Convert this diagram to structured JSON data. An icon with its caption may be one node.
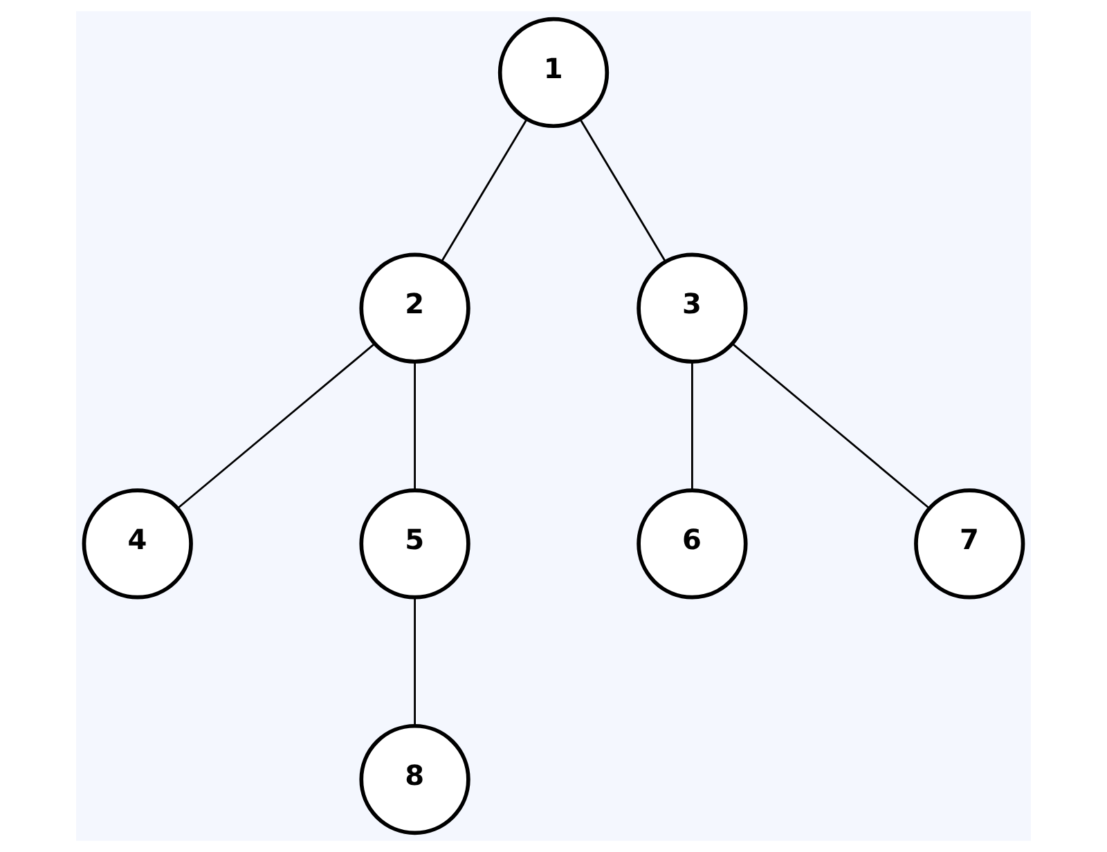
{
  "diagram": {
    "nodes": [
      {
        "text": [
          "1"
        ]
      },
      {
        "text": [
          "2"
        ]
      },
      {
        "text": [
          "3"
        ]
      },
      {
        "text": [
          "4"
        ]
      },
      {
        "text": [
          "5"
        ]
      },
      {
        "text": [
          "6"
        ]
      },
      {
        "text": [
          "7"
        ]
      },
      {
        "text": [
          "8"
        ]
      }
    ],
    "edges": [
      {
        "from": 0,
        "to": 1,
        "arrow": "none"
      },
      {
        "from": 0,
        "to": 2,
        "arrow": "none"
      },
      {
        "from": 1,
        "to": 3,
        "arrow": "none"
      },
      {
        "from": 1,
        "to": 4,
        "arrow": "none"
      },
      {
        "from": 4,
        "to": 7,
        "arrow": "none"
      },
      {
        "from": 2,
        "to": 5,
        "arrow": "none"
      },
      {
        "from": 2,
        "to": 6,
        "arrow": "none"
      }
    ]
  }
}
